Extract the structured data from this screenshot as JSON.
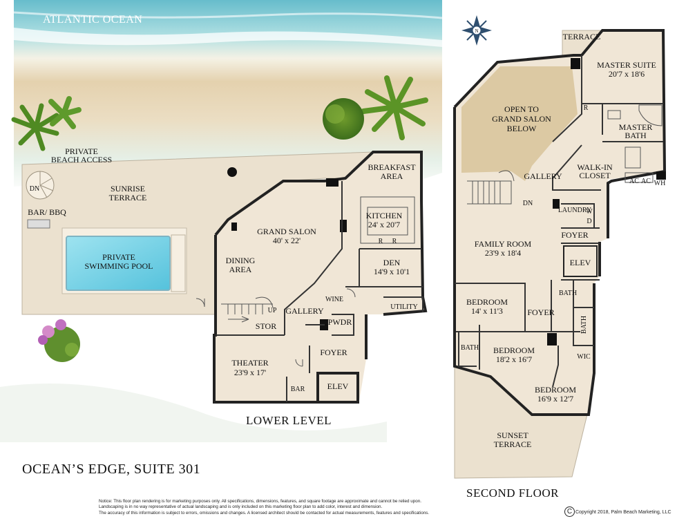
{
  "title": "OCEAN’S EDGE, SUITE 301",
  "ocean_label": "ATLANTIC OCEAN",
  "lower_level": {
    "heading": "LOWER LEVEL",
    "private_beach_access": [
      "PRIVATE",
      "BEACH ACCESS"
    ],
    "sunrise_terrace": [
      "SUNRISE",
      "TERRACE"
    ],
    "bar_bbq": "BAR/ BBQ",
    "pool": [
      "PRIVATE",
      "SWIMMING POOL"
    ],
    "dining_area": [
      "DINING",
      "AREA"
    ],
    "grand_salon": {
      "name": "GRAND SALON",
      "size": "40' x 22'"
    },
    "breakfast_area": [
      "BREAKFAST",
      "AREA"
    ],
    "kitchen": {
      "name": "KITCHEN",
      "size": "24' x 20'7"
    },
    "den": {
      "name": "DEN",
      "size": "14'9 x 10'1"
    },
    "utility": "UTILITY",
    "wine": "WINE",
    "gallery": "GALLERY",
    "powder": "PWDR",
    "storage": "STOR",
    "foyer": "FOYER",
    "theater": {
      "name": "THEATER",
      "size": "23'9 x 17'"
    },
    "bar": "BAR",
    "elevator": "ELEV",
    "stair_up": "UP",
    "stair_down": "DN",
    "fridge_marks": [
      "R",
      "R"
    ]
  },
  "second_floor": {
    "heading": "SECOND FLOOR",
    "terrace": "TERRACE",
    "master_suite": {
      "name": "MASTER SUITE",
      "size": "20'7 x 18'6"
    },
    "open_to_below": [
      "OPEN TO",
      "GRAND SALON",
      "BELOW"
    ],
    "master_bath": [
      "MASTER",
      "BATH"
    ],
    "walk_in_closet": [
      "WALK-IN",
      "CLOSET"
    ],
    "gallery": "GALLERY",
    "ac_labels": [
      "AC",
      "AC"
    ],
    "wh": "WH",
    "laundry": "LAUNDRY",
    "washer": "W",
    "dryer": "D",
    "stair_down": "DN",
    "foyer_top": "FOYER",
    "family_room": {
      "name": "FAMILY ROOM",
      "size": "23'9 x 18'4"
    },
    "elevator": "ELEV",
    "bath_right": "BATH",
    "bath_vertical": "BATH",
    "bedroom_1": {
      "name": "BEDROOM",
      "size": "14' x 11'3"
    },
    "foyer_mid": "FOYER",
    "bath_left": "BATH",
    "bedroom_2": {
      "name": "BEDROOM",
      "size": "18'2 x 16'7"
    },
    "bedroom_3": {
      "name": "BEDROOM",
      "size": "16'9 x 12'7"
    },
    "wic": "WIC",
    "sunset_terrace": [
      "SUNSET",
      "TERRACE"
    ],
    "refrigerator": "R"
  },
  "compass_letter": "N",
  "notice": "Notice: This floor plan rendering is for marketing purposes only. All specifications, dimensions, features, and square footage are approximate and cannot be relied upon.\nLandscaping is in no way representative of actual landscaping and is only included on this marketing floor plan to add color, interest and dimension.\nThe accuracy of this information is subject to errors, omissions and changes. A licensed architect should be contacted for actual measurements, features and specifications.",
  "copyright": "Copyright 2018, Palm Beach Marketing, LLC",
  "copyright_symbol": "C",
  "colors": {
    "floor": "#f0e6d6",
    "open_area": "#dcc9a3",
    "pool": "#7fd2e6",
    "sand": "#ecdcbf",
    "ocean": "#9fd6dc"
  }
}
